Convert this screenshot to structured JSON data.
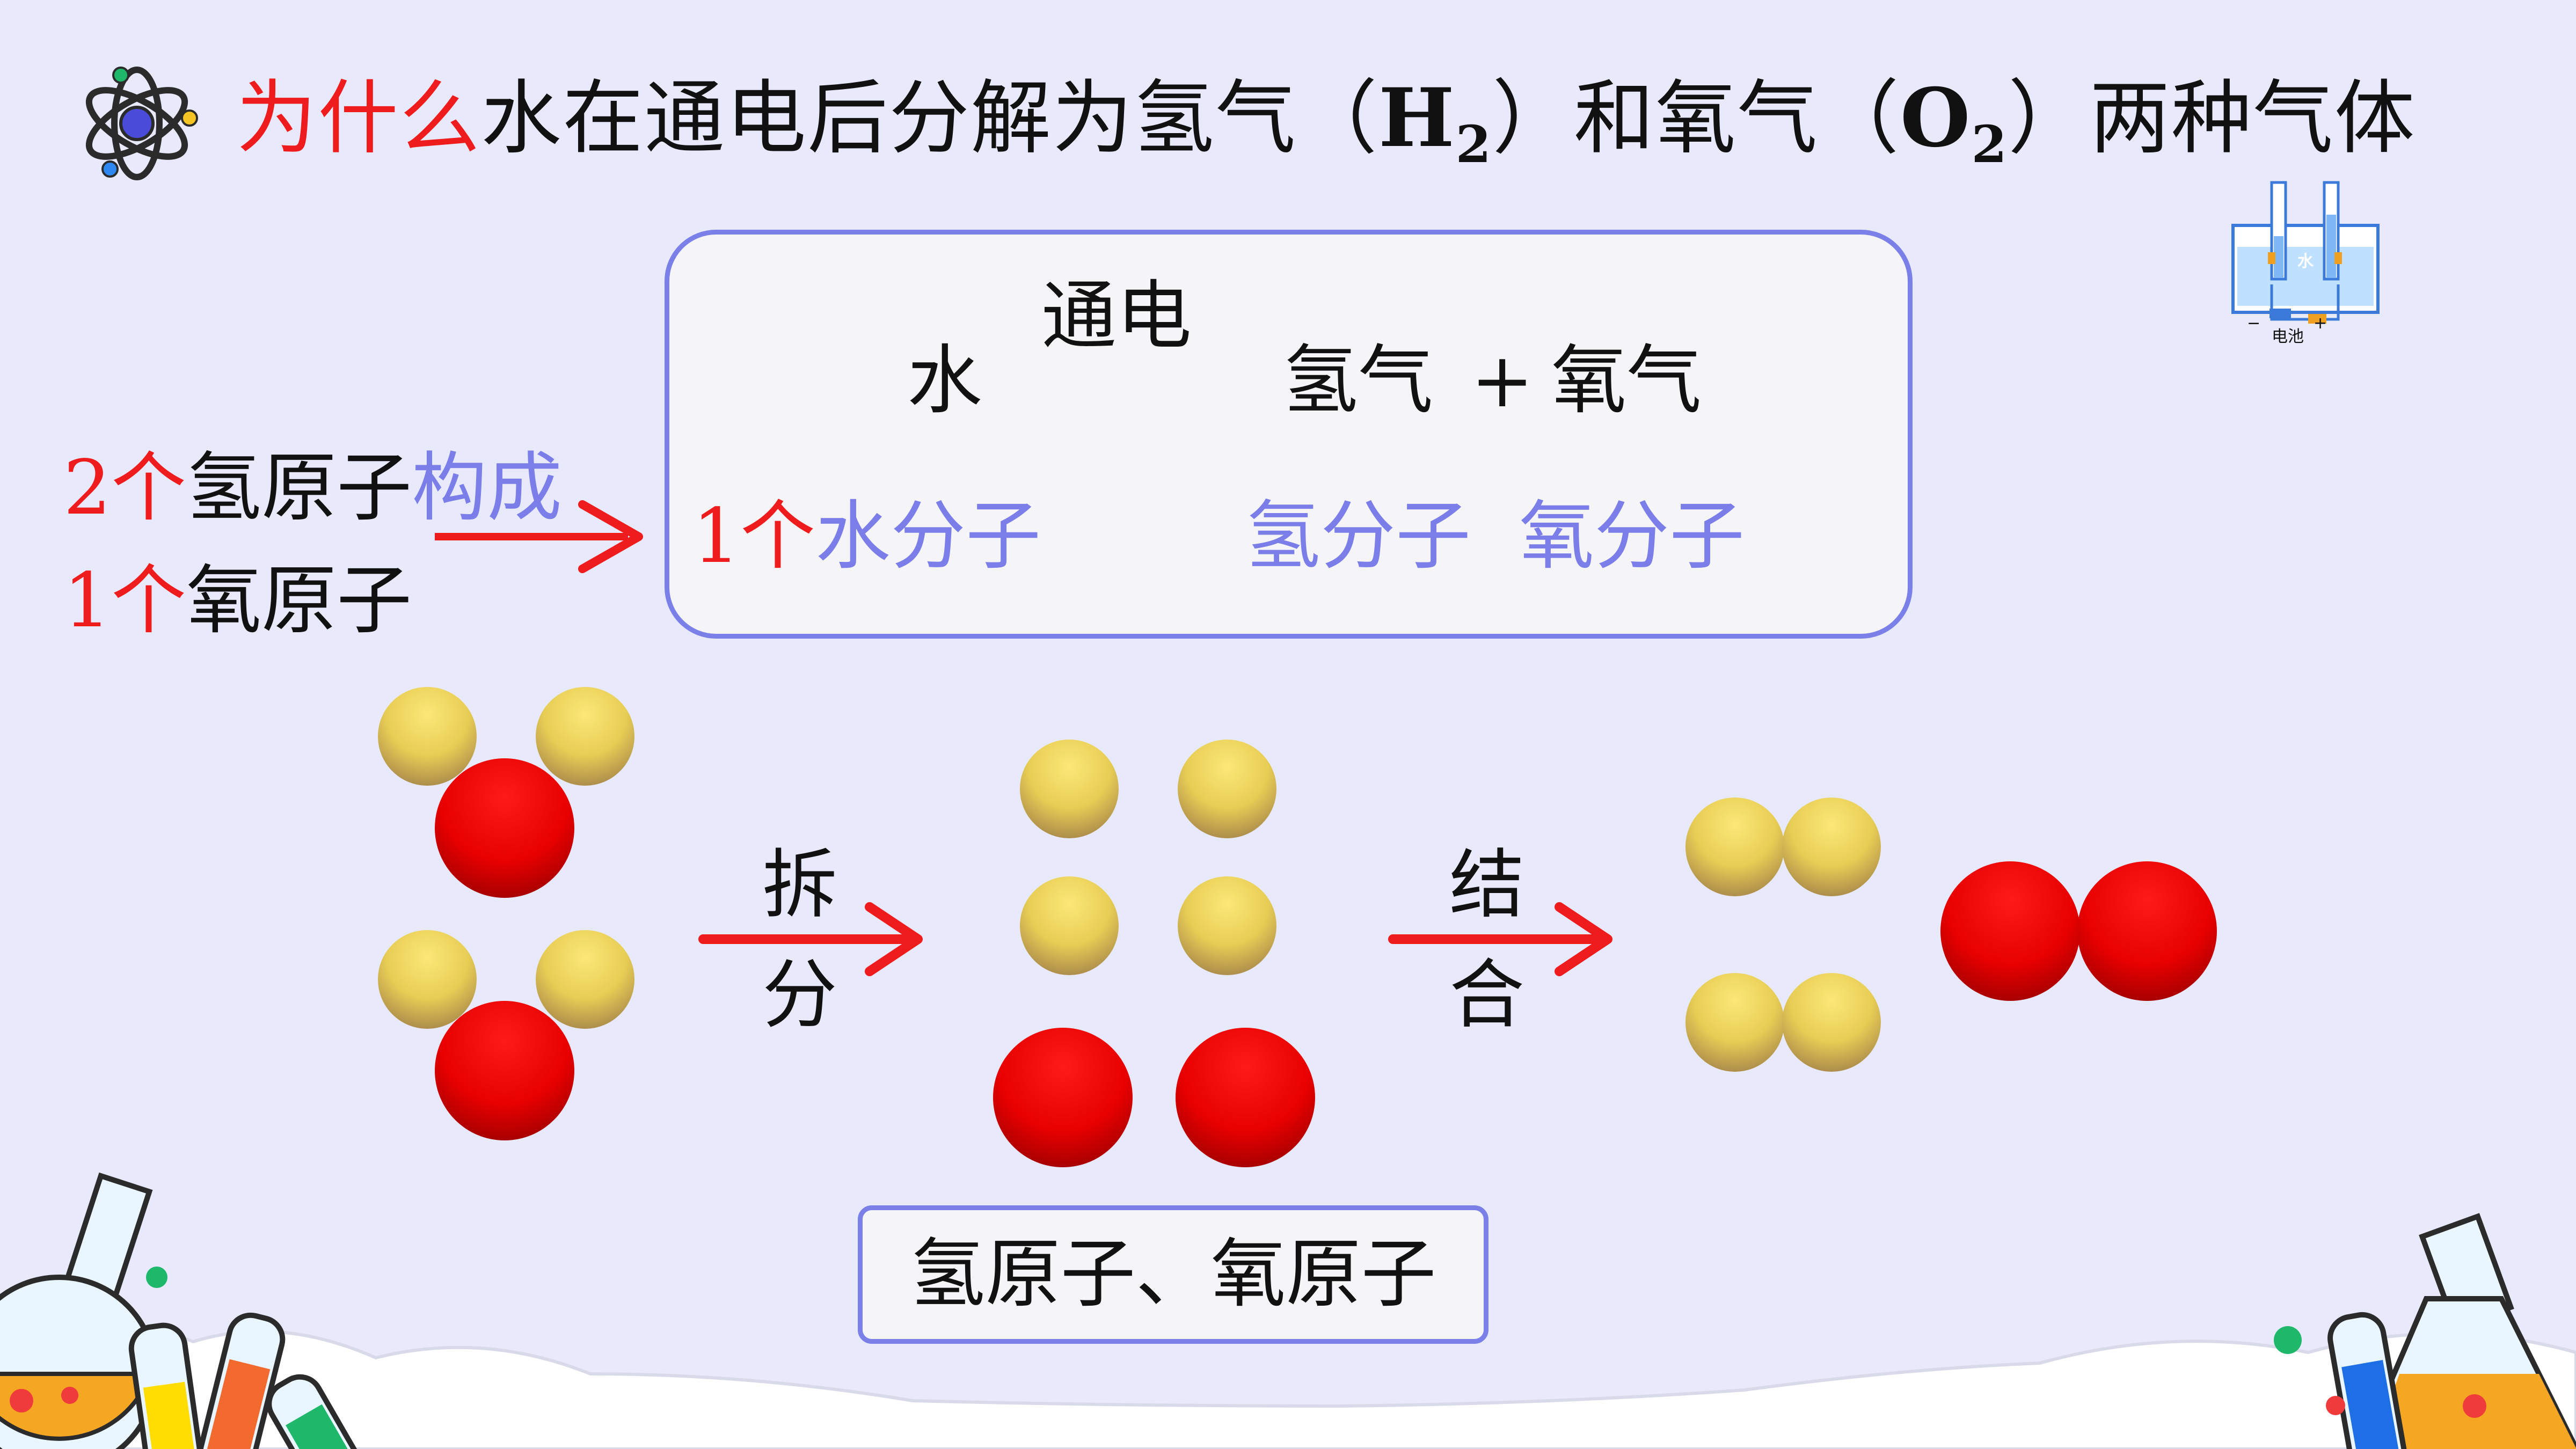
{
  "title": {
    "question": "为什么",
    "part1": "水在通电后分解为氢气（",
    "h2_main": "H",
    "h2_sub": "2",
    "part2": "）和氧气（",
    "o2_main": "O",
    "o2_sub": "2",
    "part3": "）两种气体"
  },
  "equation": {
    "reactant": "水",
    "condition": "通电",
    "product1": "氢气",
    "plus": "+",
    "product2": "氧气",
    "water_molecule_count": "1个",
    "water_molecule": "水分子",
    "hydrogen_molecule": "氢分子",
    "oxygen_molecule": "氧分子"
  },
  "composition": {
    "h_count": "2个",
    "h_atom": "氢原子",
    "constitutes": "构成",
    "o_count": "1个",
    "o_atom": "氧原子"
  },
  "steps": {
    "split_1": "拆",
    "split_2": "分",
    "combine_1": "结",
    "combine_2": "合"
  },
  "summary": "氢原子、氧原子",
  "apparatus": {
    "water_label": "水",
    "battery_label": "电池",
    "minus": "−",
    "plus": "+"
  },
  "colors": {
    "background": "#e8e9fb",
    "accent_red": "#ee1c1c",
    "accent_blue": "#7b7ee8",
    "box_border": "#7b80e8",
    "hydrogen_atom": "#e8cd55",
    "oxygen_atom": "#e60000"
  },
  "icons": [
    "atom-icon",
    "electrolysis-apparatus-icon",
    "flask-icon",
    "test-tube-icon"
  ]
}
